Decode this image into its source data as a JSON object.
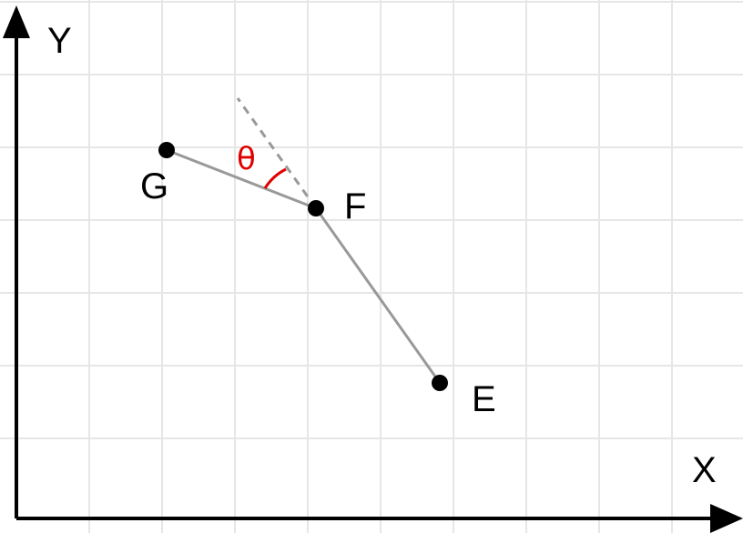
{
  "axes": {
    "x_label": "X",
    "y_label": "Y"
  },
  "points": [
    {
      "id": "G",
      "label": "G"
    },
    {
      "id": "F",
      "label": "F"
    },
    {
      "id": "E",
      "label": "E"
    }
  ],
  "angle": {
    "symbol": "θ",
    "color": "#e00000"
  },
  "colors": {
    "grid": "#e6e6e6",
    "segment": "#999999",
    "extension": "#999999",
    "axis": "#000000",
    "point": "#000000"
  }
}
